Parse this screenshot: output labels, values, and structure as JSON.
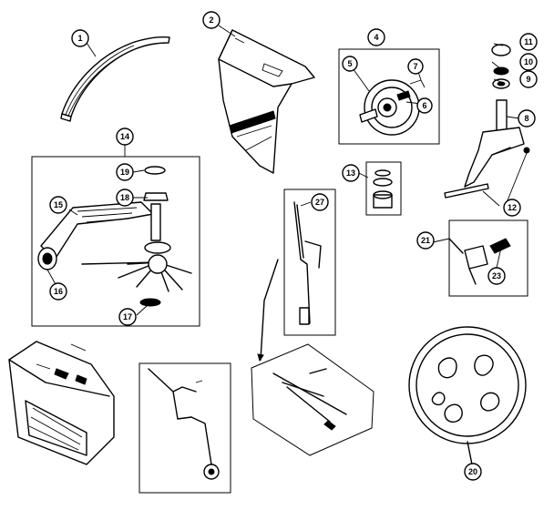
{
  "callouts": [
    {
      "id": "c1",
      "text": "1"
    },
    {
      "id": "c2",
      "text": "2"
    },
    {
      "id": "c4",
      "text": "4"
    },
    {
      "id": "c5",
      "text": "5"
    },
    {
      "id": "c6",
      "text": "6"
    },
    {
      "id": "c7",
      "text": "7"
    },
    {
      "id": "c8",
      "text": "8"
    },
    {
      "id": "c9",
      "text": "9"
    },
    {
      "id": "c10",
      "text": "10"
    },
    {
      "id": "c11",
      "text": "11"
    },
    {
      "id": "c12",
      "text": "12"
    },
    {
      "id": "c13",
      "text": "13"
    },
    {
      "id": "c14",
      "text": "14"
    },
    {
      "id": "c15",
      "text": "15"
    },
    {
      "id": "c16",
      "text": "16"
    },
    {
      "id": "c17",
      "text": "17"
    },
    {
      "id": "c18",
      "text": "18"
    },
    {
      "id": "c19",
      "text": "19"
    },
    {
      "id": "c20",
      "text": "20"
    },
    {
      "id": "c21",
      "text": "21"
    },
    {
      "id": "c23",
      "text": "23"
    },
    {
      "id": "c27",
      "text": "27"
    }
  ]
}
